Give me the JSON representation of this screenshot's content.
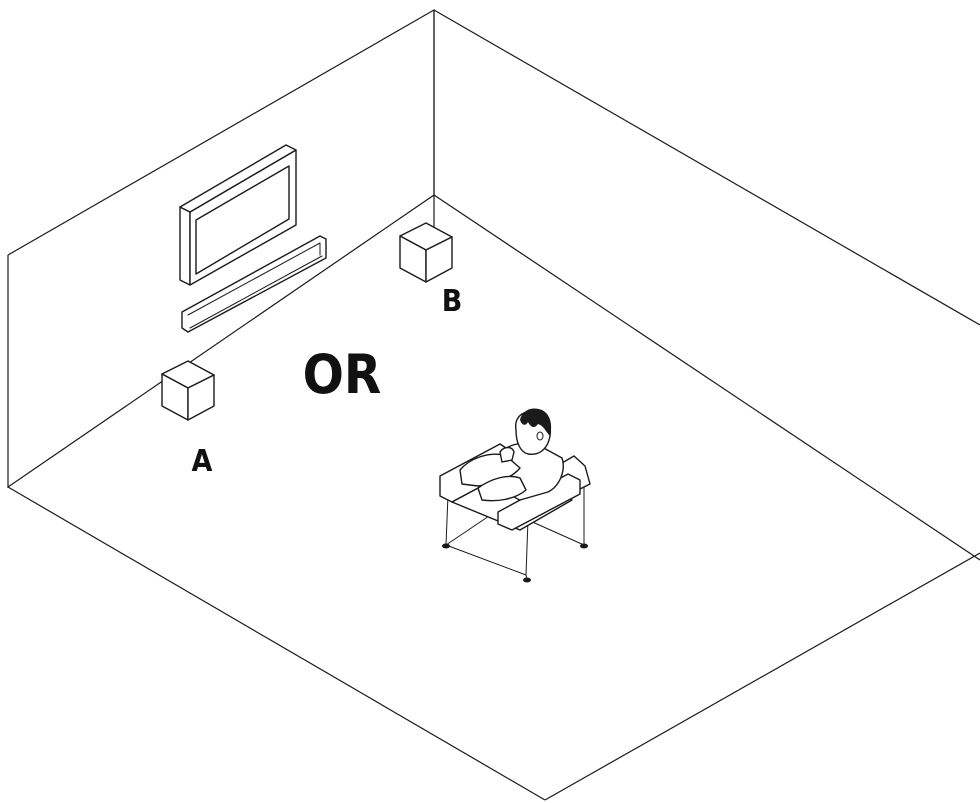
{
  "labels": {
    "position_a": "A",
    "position_b": "B",
    "or_text": "OR"
  },
  "colors": {
    "ink": "#1a1a1a",
    "background": "#ffffff"
  }
}
